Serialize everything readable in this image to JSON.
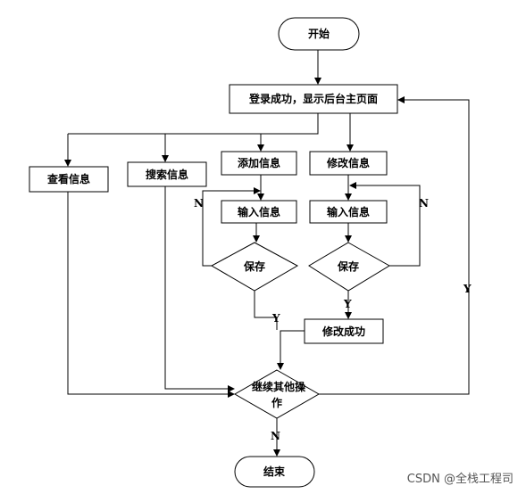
{
  "nodes": {
    "start": "开始",
    "home": "登录成功，显示后台主页面",
    "view": "查看信息",
    "search": "搜索信息",
    "add": "添加信息",
    "modify": "修改信息",
    "input_left": "输入信息",
    "input_right": "输入信息",
    "save_left": "保存",
    "save_right": "保存",
    "modify_ok": "修改成功",
    "continue_line1": "继续其他操",
    "continue_line2": "作",
    "end": "结束"
  },
  "edge_labels": {
    "left_save_no": "N",
    "right_save_no": "N",
    "left_save_yes": "Y",
    "right_save_yes": "Y",
    "continue_yes": "Y",
    "continue_no": "N"
  },
  "watermark": "CSDN @全栈工程司"
}
